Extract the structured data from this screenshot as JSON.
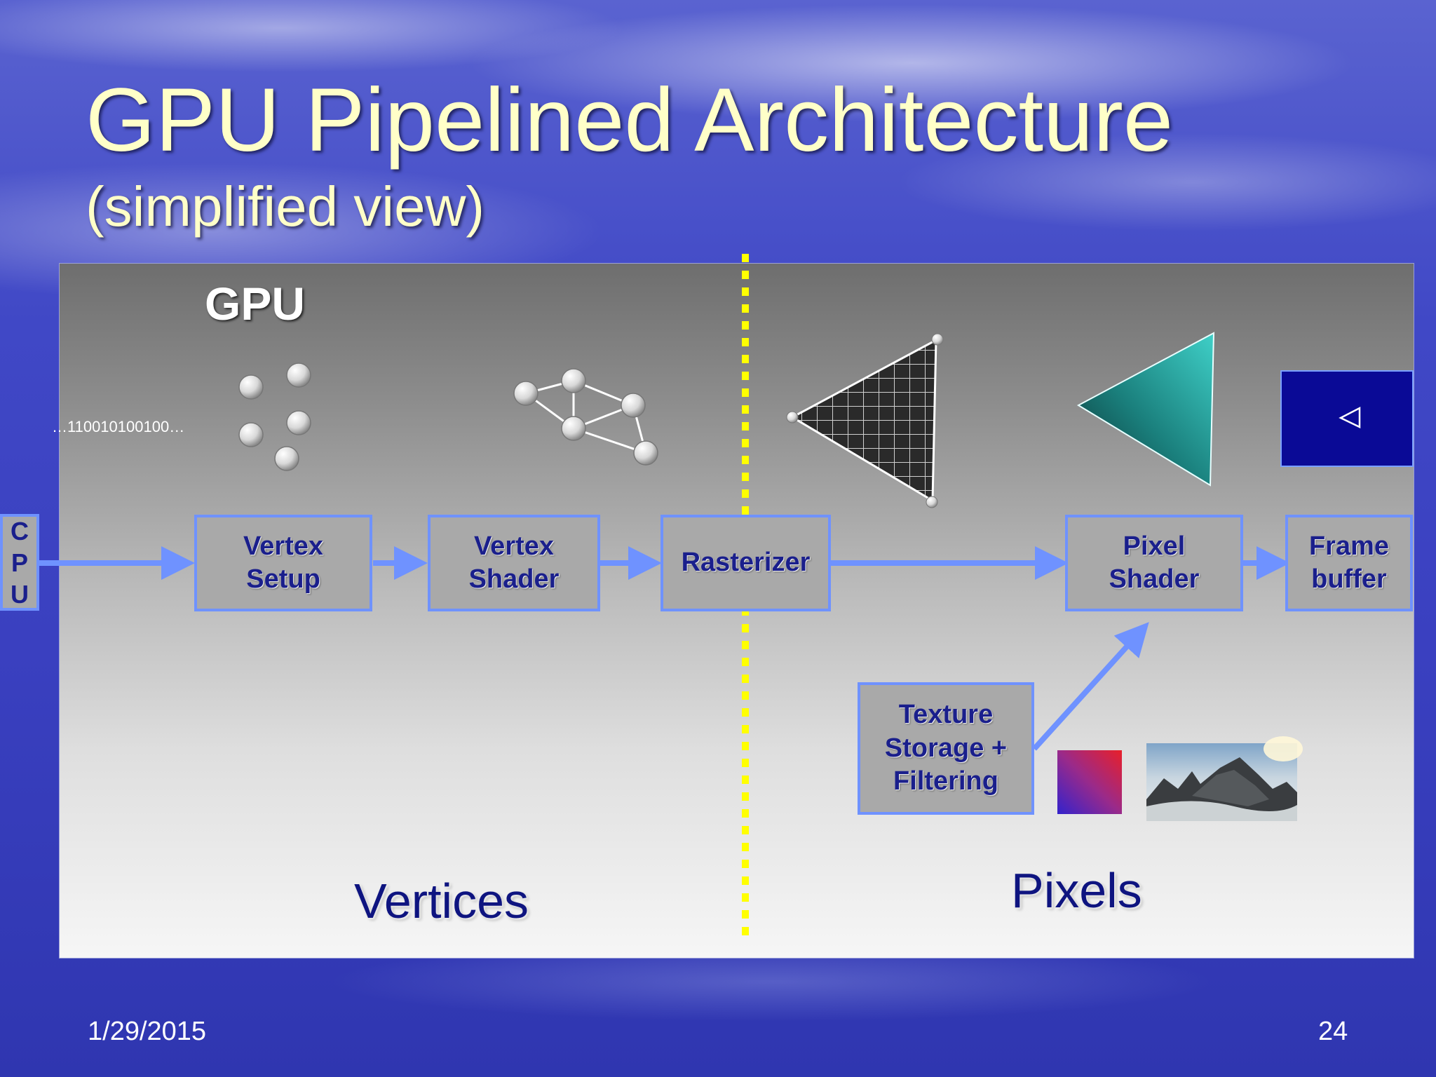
{
  "slide": {
    "title": "GPU Pipelined Architecture",
    "subtitle": "(simplified view)",
    "gpu_label": "GPU",
    "binary_stream": "…110010100100…",
    "cpu_letters": [
      "C",
      "P",
      "U"
    ],
    "stages": {
      "vertex_setup": "Vertex\nSetup",
      "vertex_shader": "Vertex\nShader",
      "rasterizer": "Rasterizer",
      "pixel_shader": "Pixel\nShader",
      "frame_buffer": "Frame\nbuffer",
      "texture": "Texture\nStorage +\nFiltering"
    },
    "section_labels": {
      "vertices": "Vertices",
      "pixels": "Pixels"
    },
    "footer": {
      "date": "1/29/2015",
      "page": "24"
    }
  },
  "colors": {
    "title": "#ffffc8",
    "box_border": "#6f92ff",
    "box_text": "#1a1f8c",
    "divider": "#ffff00",
    "frame_buffer_screen": "#0a0a96"
  }
}
